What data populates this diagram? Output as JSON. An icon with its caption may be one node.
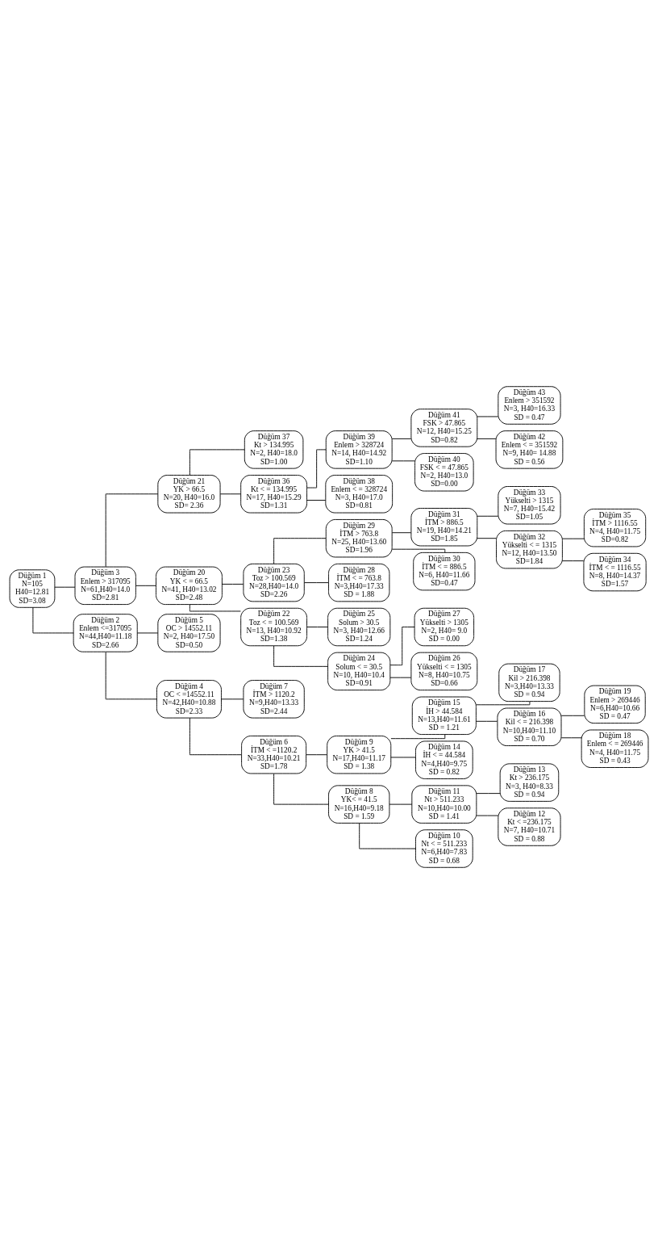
{
  "diagram": {
    "nodes": [
      {
        "text": [
          "Düğüm 1",
          "N=105",
          "H40=12.81",
          "SD=3.08"
        ]
      },
      {
        "text": [
          "Düğüm 2",
          "Enlem <=317095",
          "N=44,H40=11.18",
          "SD=2.66"
        ]
      },
      {
        "text": [
          "Düğüm 3",
          "Enlem > 317095",
          "N=61,H40=14.0",
          "SD=2.81"
        ]
      },
      {
        "text": [
          "Düğüm 4",
          "OC < =14552.11",
          "N=42,H40=10.88",
          "SD=2.33"
        ]
      },
      {
        "text": [
          "Düğüm 5",
          "OC > 14552.11",
          "N=2, H40=17.50",
          "SD=0.50"
        ]
      },
      {
        "text": [
          "Düğüm 6",
          "İTM < =1120.2",
          "N=33,H40=10.21",
          "SD=1.78"
        ]
      },
      {
        "text": [
          "Düğüm 7",
          "İTM > 1120.2",
          "N=9,H40=13.33",
          "SD=2.44"
        ]
      },
      {
        "text": [
          "Düğüm 8",
          "YK< = 41.5",
          "N=16,H40=9.18",
          "SD = 1.59"
        ]
      },
      {
        "text": [
          "Düğüm 9",
          "YK > 41.5",
          "N=17,H40=11.17",
          "SD = 1.38"
        ]
      },
      {
        "text": [
          "Düğüm 10",
          "Nt < = 511.233",
          "N=6,H40=7.83",
          "SD = 0.68"
        ]
      },
      {
        "text": [
          "Düğüm 11",
          "Nt > 511.233",
          "N=10,H40=10.00",
          "SD = 1.41"
        ]
      },
      {
        "text": [
          "Düğüm 12",
          "Kt < =236.175",
          "N=7, H40=10.71",
          "SD = 0.88"
        ]
      },
      {
        "text": [
          "Düğüm 13",
          "Kt > 236.175",
          "N=3, H40=8.33",
          "SD = 0.94"
        ]
      },
      {
        "text": [
          "Düğüm 14",
          "İH < = 44.584",
          "N=4,H40=9.75",
          "SD = 0.82"
        ]
      },
      {
        "text": [
          "Düğüm 15",
          "İH > 44.584",
          "N=13,H40=11.61",
          "SD = 1.21"
        ]
      },
      {
        "text": [
          "Düğüm 16",
          "Kil < = 216.398",
          "N=10,H40=11.10",
          "SD = 0.70"
        ]
      },
      {
        "text": [
          "Düğüm 17",
          "Kil > 216.398",
          "N=3,H40=13.33",
          "SD = 0.94"
        ]
      },
      {
        "text": [
          "Düğüm 18",
          "Enlem < = 269446",
          "N=4, H40=11.75",
          "SD = 0.43"
        ]
      },
      {
        "text": [
          "Düğüm 19",
          "Enlem > 269446",
          "N=6,H40=10.66",
          "SD = 0.47"
        ]
      },
      {
        "text": [
          "Düğüm 20",
          "YK < = 66.5",
          "N=41, H40=13.02",
          "SD=2.48"
        ]
      },
      {
        "text": [
          "Düğüm 21",
          "YK > 66.5",
          "N=20, H40=16.0",
          "SD= 2.36"
        ]
      },
      {
        "text": [
          "Düğüm 22",
          "Toz < = 100.569",
          "N=13, H40=10.92",
          "SD=1.38"
        ]
      },
      {
        "text": [
          "Düğüm 23",
          "Toz > 100.569",
          "N=28,H40=14.0",
          "SD=2.26"
        ]
      },
      {
        "text": [
          "Düğüm 24",
          "Solum < = 30.5",
          "N=10, H40=10.4",
          "SD=0.91"
        ]
      },
      {
        "text": [
          "Düğüm 25",
          "Solum > 30.5",
          "N=3, H40=12.66",
          "SD=1.24"
        ]
      },
      {
        "text": [
          "Düğüm 26",
          "Yükselti < = 1305",
          "N=8, H40=10.75",
          "SD=0.66"
        ]
      },
      {
        "text": [
          "Düğüm 27",
          "Yükselti > 1305",
          "N=2, H40= 9.0",
          "SD = 0.00"
        ]
      },
      {
        "text": [
          "Düğüm 28",
          "İTM < = 763.8",
          "N=3,H40=17.33",
          "SD = 1.88"
        ]
      },
      {
        "text": [
          "Düğüm 29",
          "İTM > 763.8",
          "N=25, H40=13.60",
          "SD=1.96"
        ]
      },
      {
        "text": [
          "Düğüm 30",
          "İTM < = 886.5",
          "N=6, H40=11.66",
          "SD=0.47"
        ]
      },
      {
        "text": [
          "Düğüm 31",
          "İTM > 886.5",
          "N=19, H40=14.21",
          "SD=1.85"
        ]
      },
      {
        "text": [
          "Düğüm 32",
          "Yükselti < = 1315",
          "N=12, H40=13.50",
          "SD=1.84"
        ]
      },
      {
        "text": [
          "Düğüm 33",
          "Yükselti > 1315",
          "N=7, H40=15.42",
          "SD=1.05"
        ]
      },
      {
        "text": [
          "Düğüm 34",
          "İTM < = 1116.55",
          "N=8, H40=14.37",
          "SD=1.57"
        ]
      },
      {
        "text": [
          "Düğüm 35",
          "İTM > 1116.55",
          "N=4, H40=11.75",
          "SD=0.82"
        ]
      },
      {
        "text": [
          "Düğüm 36",
          "Kt < = 134.995",
          "N=17, H40=15.29",
          "SD=1.31"
        ]
      },
      {
        "text": [
          "Düğüm 37",
          "Kt > 134.995",
          "N=2, H40=18.0",
          "SD=1.00"
        ]
      },
      {
        "text": [
          "Düğüm 38",
          "Enlem < = 328724",
          "N=3, H40=17.0",
          "SD=0.81"
        ]
      },
      {
        "text": [
          "Düğüm 39",
          "Enlem > 328724",
          "N=14, H40=14.92",
          "SD=1.10"
        ]
      },
      {
        "text": [
          "Düğüm 40",
          "FSK < = 47.865",
          "N=2, H40=13.0",
          "SD=0.00"
        ]
      },
      {
        "text": [
          "Düğüm 41",
          "FSK > 47.865",
          "N=12, H40=15.25",
          "SD=0.82"
        ]
      },
      {
        "text": [
          "Düğüm 42",
          "Enlem < = 351592",
          "N=9, H40= 14.88",
          "SD = 0.56"
        ]
      },
      {
        "text": [
          "Düğüm 43",
          "Enlem > 351592",
          "N=3, H40=16.33",
          "SD = 0.47"
        ]
      }
    ],
    "edges": [
      {
        "from": 0,
        "to": 1,
        "arrow": "none"
      },
      {
        "from": 0,
        "to": 2,
        "arrow": "none"
      },
      {
        "from": 1,
        "to": 3,
        "arrow": "none"
      },
      {
        "from": 1,
        "to": 4,
        "arrow": "none"
      },
      {
        "from": 3,
        "to": 5,
        "arrow": "none"
      },
      {
        "from": 3,
        "to": 6,
        "arrow": "none"
      },
      {
        "from": 5,
        "to": 7,
        "arrow": "none"
      },
      {
        "from": 5,
        "to": 8,
        "arrow": "none"
      },
      {
        "from": 7,
        "to": 9,
        "arrow": "none"
      },
      {
        "from": 7,
        "to": 10,
        "arrow": "none"
      },
      {
        "from": 10,
        "to": 11,
        "arrow": "none"
      },
      {
        "from": 10,
        "to": 12,
        "arrow": "none"
      },
      {
        "from": 8,
        "to": 13,
        "arrow": "none"
      },
      {
        "from": 8,
        "to": 14,
        "arrow": "none"
      },
      {
        "from": 14,
        "to": 15,
        "arrow": "none"
      },
      {
        "from": 14,
        "to": 16,
        "arrow": "none"
      },
      {
        "from": 15,
        "to": 17,
        "arrow": "none"
      },
      {
        "from": 15,
        "to": 18,
        "arrow": "none"
      },
      {
        "from": 2,
        "to": 19,
        "arrow": "none"
      },
      {
        "from": 2,
        "to": 20,
        "arrow": "none"
      },
      {
        "from": 19,
        "to": 21,
        "arrow": "none"
      },
      {
        "from": 19,
        "to": 22,
        "arrow": "none"
      },
      {
        "from": 21,
        "to": 23,
        "arrow": "none"
      },
      {
        "from": 21,
        "to": 24,
        "arrow": "none"
      },
      {
        "from": 23,
        "to": 25,
        "arrow": "none"
      },
      {
        "from": 23,
        "to": 26,
        "arrow": "none"
      },
      {
        "from": 22,
        "to": 27,
        "arrow": "none"
      },
      {
        "from": 22,
        "to": 28,
        "arrow": "none"
      },
      {
        "from": 28,
        "to": 29,
        "arrow": "none"
      },
      {
        "from": 28,
        "to": 30,
        "arrow": "none"
      },
      {
        "from": 30,
        "to": 31,
        "arrow": "none"
      },
      {
        "from": 30,
        "to": 32,
        "arrow": "none"
      },
      {
        "from": 31,
        "to": 33,
        "arrow": "none"
      },
      {
        "from": 31,
        "to": 34,
        "arrow": "none"
      },
      {
        "from": 20,
        "to": 35,
        "arrow": "none"
      },
      {
        "from": 20,
        "to": 36,
        "arrow": "none"
      },
      {
        "from": 35,
        "to": 37,
        "arrow": "none"
      },
      {
        "from": 35,
        "to": 38,
        "arrow": "none"
      },
      {
        "from": 38,
        "to": 39,
        "arrow": "none"
      },
      {
        "from": 38,
        "to": 40,
        "arrow": "none"
      },
      {
        "from": 40,
        "to": 41,
        "arrow": "none"
      },
      {
        "from": 40,
        "to": 42,
        "arrow": "none"
      }
    ]
  }
}
